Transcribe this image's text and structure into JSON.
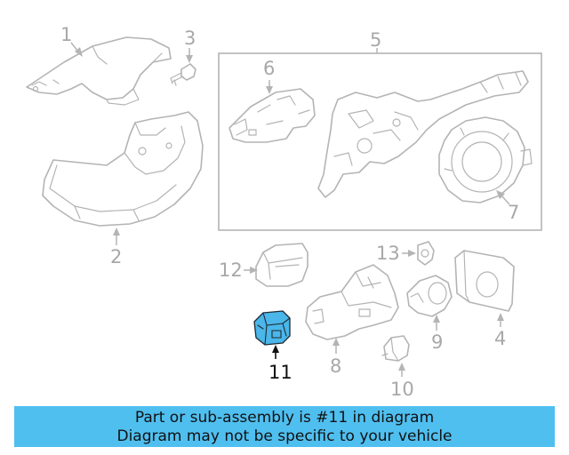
{
  "callouts": {
    "p1": "1",
    "p2": "2",
    "p3": "3",
    "p4": "4",
    "p5": "5",
    "p6": "6",
    "p7": "7",
    "p8": "8",
    "p9": "9",
    "p10": "10",
    "p11": "11",
    "p12": "12",
    "p13": "13"
  },
  "highlight": {
    "part": "11",
    "color": "#4ab6e9"
  },
  "banner": {
    "line1": "Part or sub-assembly is #11 in diagram",
    "line2": "Diagram may not be specific to your vehicle",
    "color": "#4fbff0"
  }
}
